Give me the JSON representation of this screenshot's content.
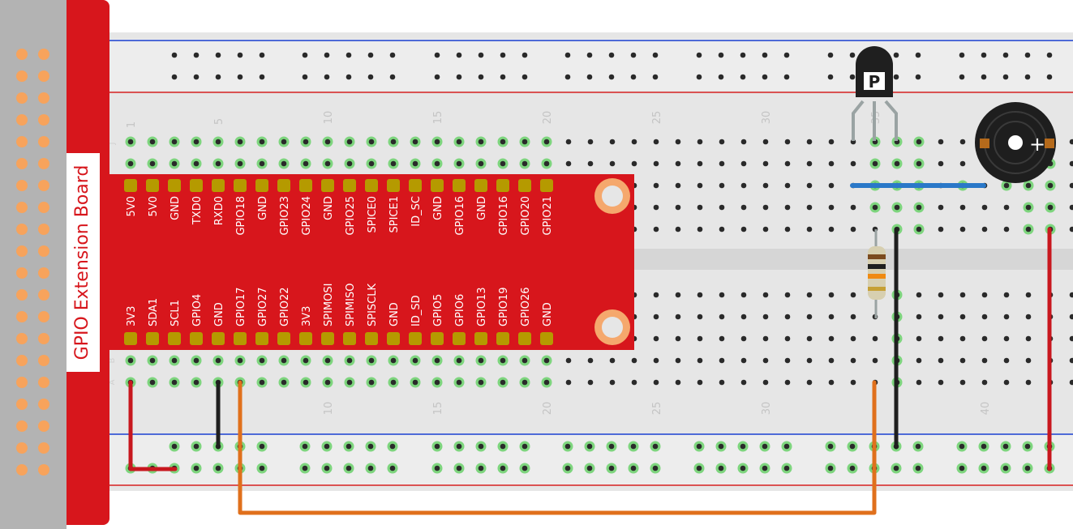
{
  "extension_board": {
    "title": "GPIO Extension Board",
    "top_pins": [
      "5V0",
      "5V0",
      "GND",
      "TXD0",
      "RXD0",
      "GPIO18",
      "GND",
      "GPIO23",
      "GPIO24",
      "GND",
      "GPIO25",
      "SPICE0",
      "SPICE1",
      "ID_SC",
      "GND",
      "GPIO16",
      "GND",
      "GPIO16",
      "GPIO20",
      "GPIO21"
    ],
    "bottom_pins": [
      "3V3",
      "SDA1",
      "SCL1",
      "GPIO4",
      "GND",
      "GPIO17",
      "GPIO27",
      "GPIO22",
      "3V3",
      "SPIMOSI",
      "SPIMISO",
      "SPISCLK",
      "GND",
      "ID_SD",
      "GPIO5",
      "GPIO6",
      "GPIO13",
      "GPIO19",
      "GPIO26",
      "GND"
    ]
  },
  "breadboard": {
    "top_column_numbers": [
      "1",
      "5",
      "10",
      "15",
      "20",
      "25",
      "30",
      "35"
    ],
    "bottom_column_numbers": [
      "10",
      "15",
      "20",
      "25",
      "30",
      "40"
    ],
    "row_letters_top": [
      "J"
    ],
    "row_letters_bottom": [
      "B",
      "A"
    ]
  },
  "components": {
    "transistor_label": "P",
    "buzzer_polarity": "+"
  },
  "colors": {
    "board_red": "#d7161c",
    "header_gray": "#b3b3b3",
    "header_pin": "#f7a35c",
    "breadboard": "#e6e6e6",
    "wire_red": "#c8171e",
    "wire_black": "#1f1f1f",
    "wire_orange": "#e0701c",
    "wire_blue": "#2a78c8",
    "hole_green": "#7ed57e",
    "pad_gold": "#b59a00"
  }
}
